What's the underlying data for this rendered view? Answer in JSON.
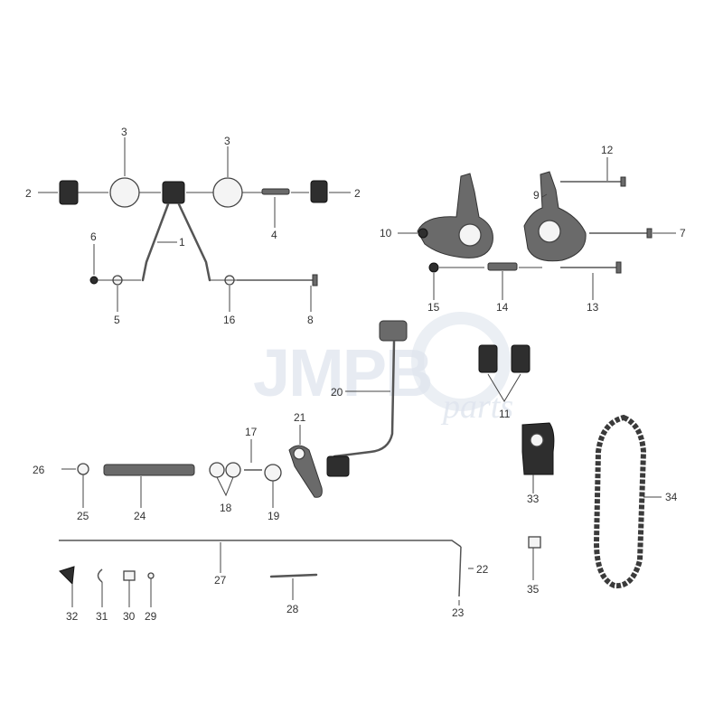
{
  "watermark": {
    "brand": "JMPB",
    "sub": "parts"
  },
  "callouts": {
    "c1": "1",
    "c2a": "2",
    "c2b": "2",
    "c3a": "3",
    "c3b": "3",
    "c4": "4",
    "c5": "5",
    "c6": "6",
    "c7": "7",
    "c8": "8",
    "c9": "9",
    "c10": "10",
    "c11": "11",
    "c12": "12",
    "c13": "13",
    "c14": "14",
    "c15": "15",
    "c16": "16",
    "c17": "17",
    "c18": "18",
    "c19": "19",
    "c20": "20",
    "c21": "21",
    "c22": "22",
    "c23": "23",
    "c24": "24",
    "c25": "25",
    "c26": "26",
    "c27": "27",
    "c28": "28",
    "c29": "29",
    "c30": "30",
    "c31": "31",
    "c32": "32",
    "c33": "33",
    "c34": "34",
    "c35": "35"
  }
}
